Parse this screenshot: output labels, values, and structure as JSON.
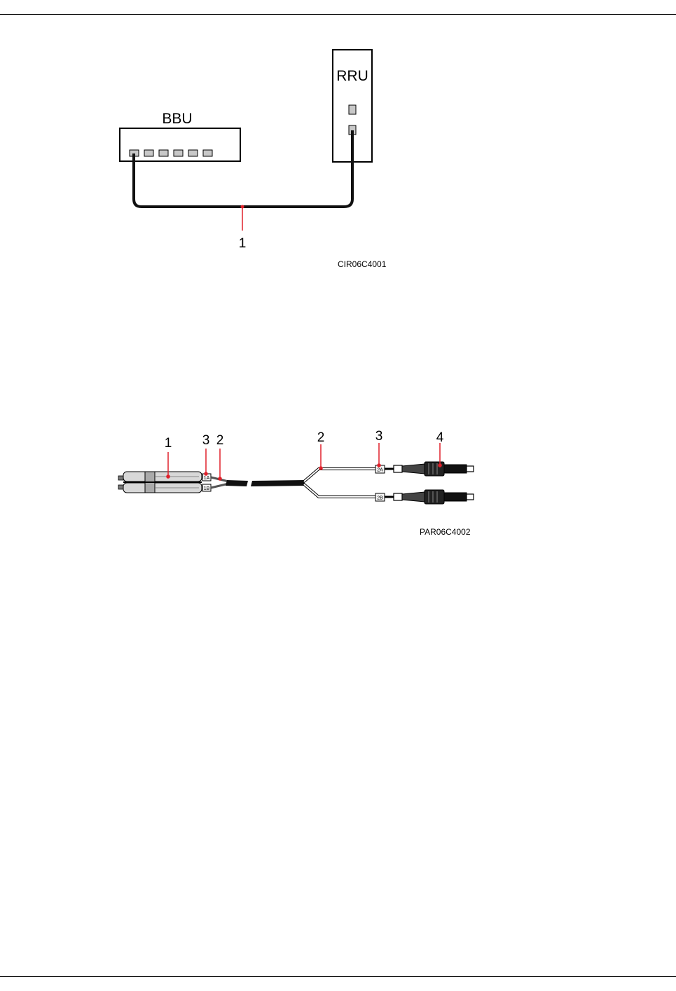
{
  "figure1": {
    "bbu_label": "BBU",
    "rru_label": "RRU",
    "callout": "1",
    "figure_id": "CIR06C4001"
  },
  "figure2": {
    "callouts": [
      "1",
      "3",
      "2",
      "2",
      "3",
      "4"
    ],
    "connector_labels": [
      "1A",
      "1B",
      "2A",
      "2B"
    ],
    "figure_id": "PAR06C4002"
  }
}
